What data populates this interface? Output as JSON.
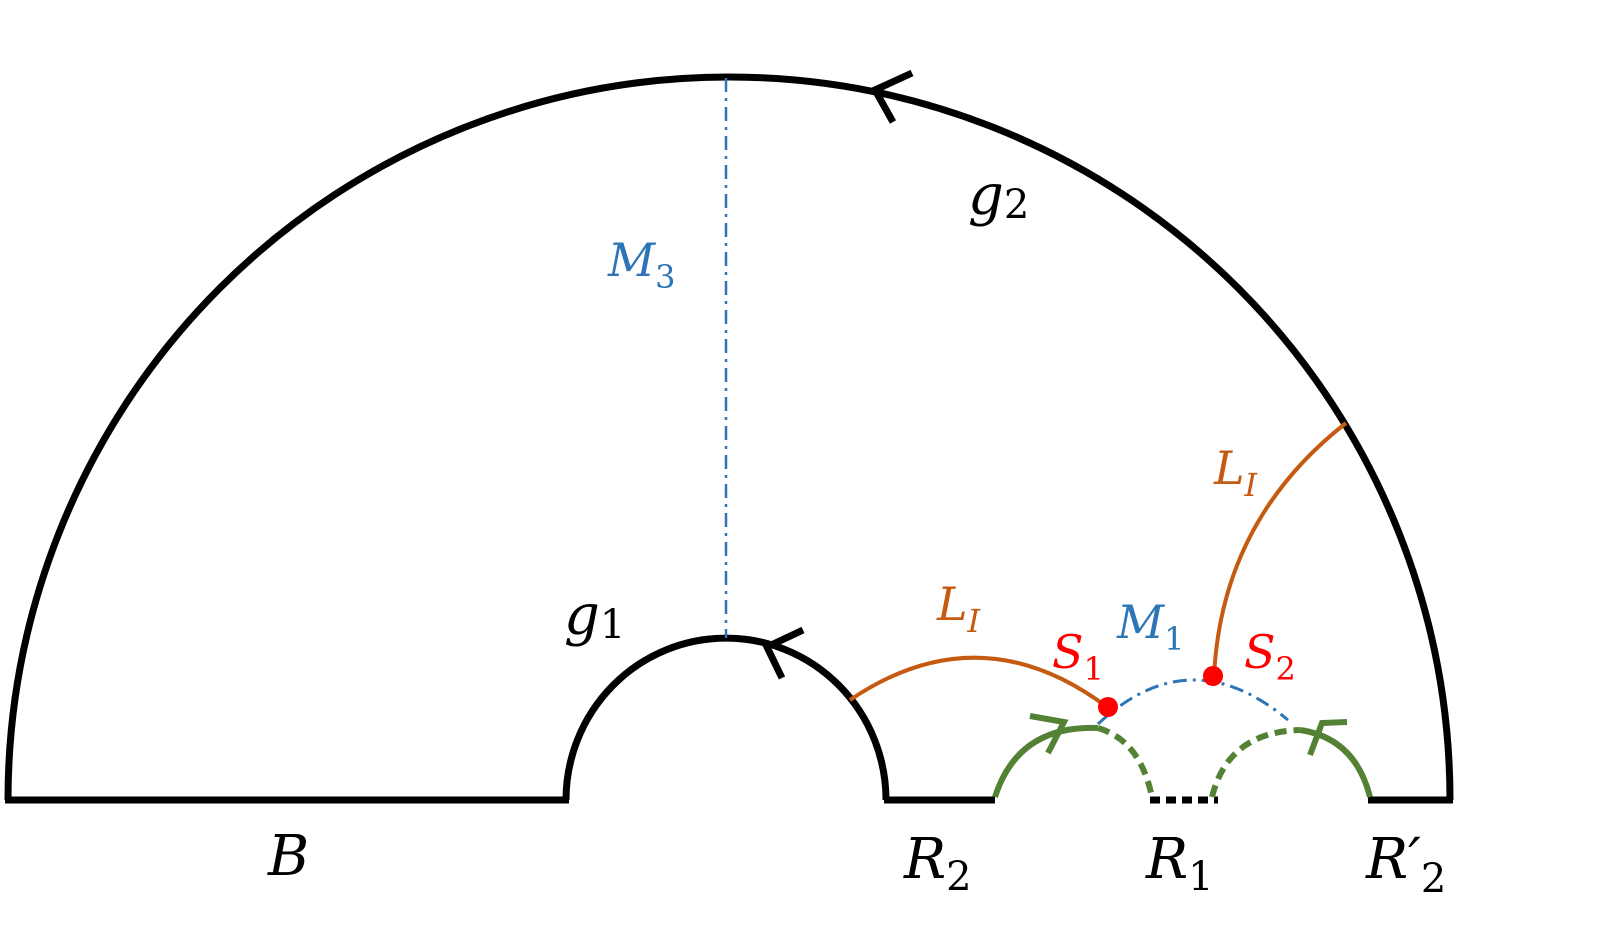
{
  "colors": {
    "boundary": "#000000",
    "geodesic_L": "#c55a11",
    "minimal_M": "#2e75b6",
    "point_S": "#ff0000",
    "arc_green": "#548235"
  },
  "labels": {
    "g2": {
      "main": "g",
      "sub": "2"
    },
    "g1": {
      "main": "g",
      "sub": "1"
    },
    "M3": {
      "main": "M",
      "sub": "3"
    },
    "M1": {
      "main": "M",
      "sub": "1"
    },
    "L_outer": {
      "main": "L",
      "sub": "I"
    },
    "L_inner": {
      "main": "L",
      "sub": "I"
    },
    "S1": {
      "main": "S",
      "sub": "1"
    },
    "S2": {
      "main": "S",
      "sub": "2"
    },
    "B": {
      "main": "B"
    },
    "R2": {
      "main": "R",
      "sub": "2"
    },
    "R1": {
      "main": "R",
      "sub": "1"
    },
    "R2p": {
      "main": "R′",
      "sub": "2"
    }
  }
}
